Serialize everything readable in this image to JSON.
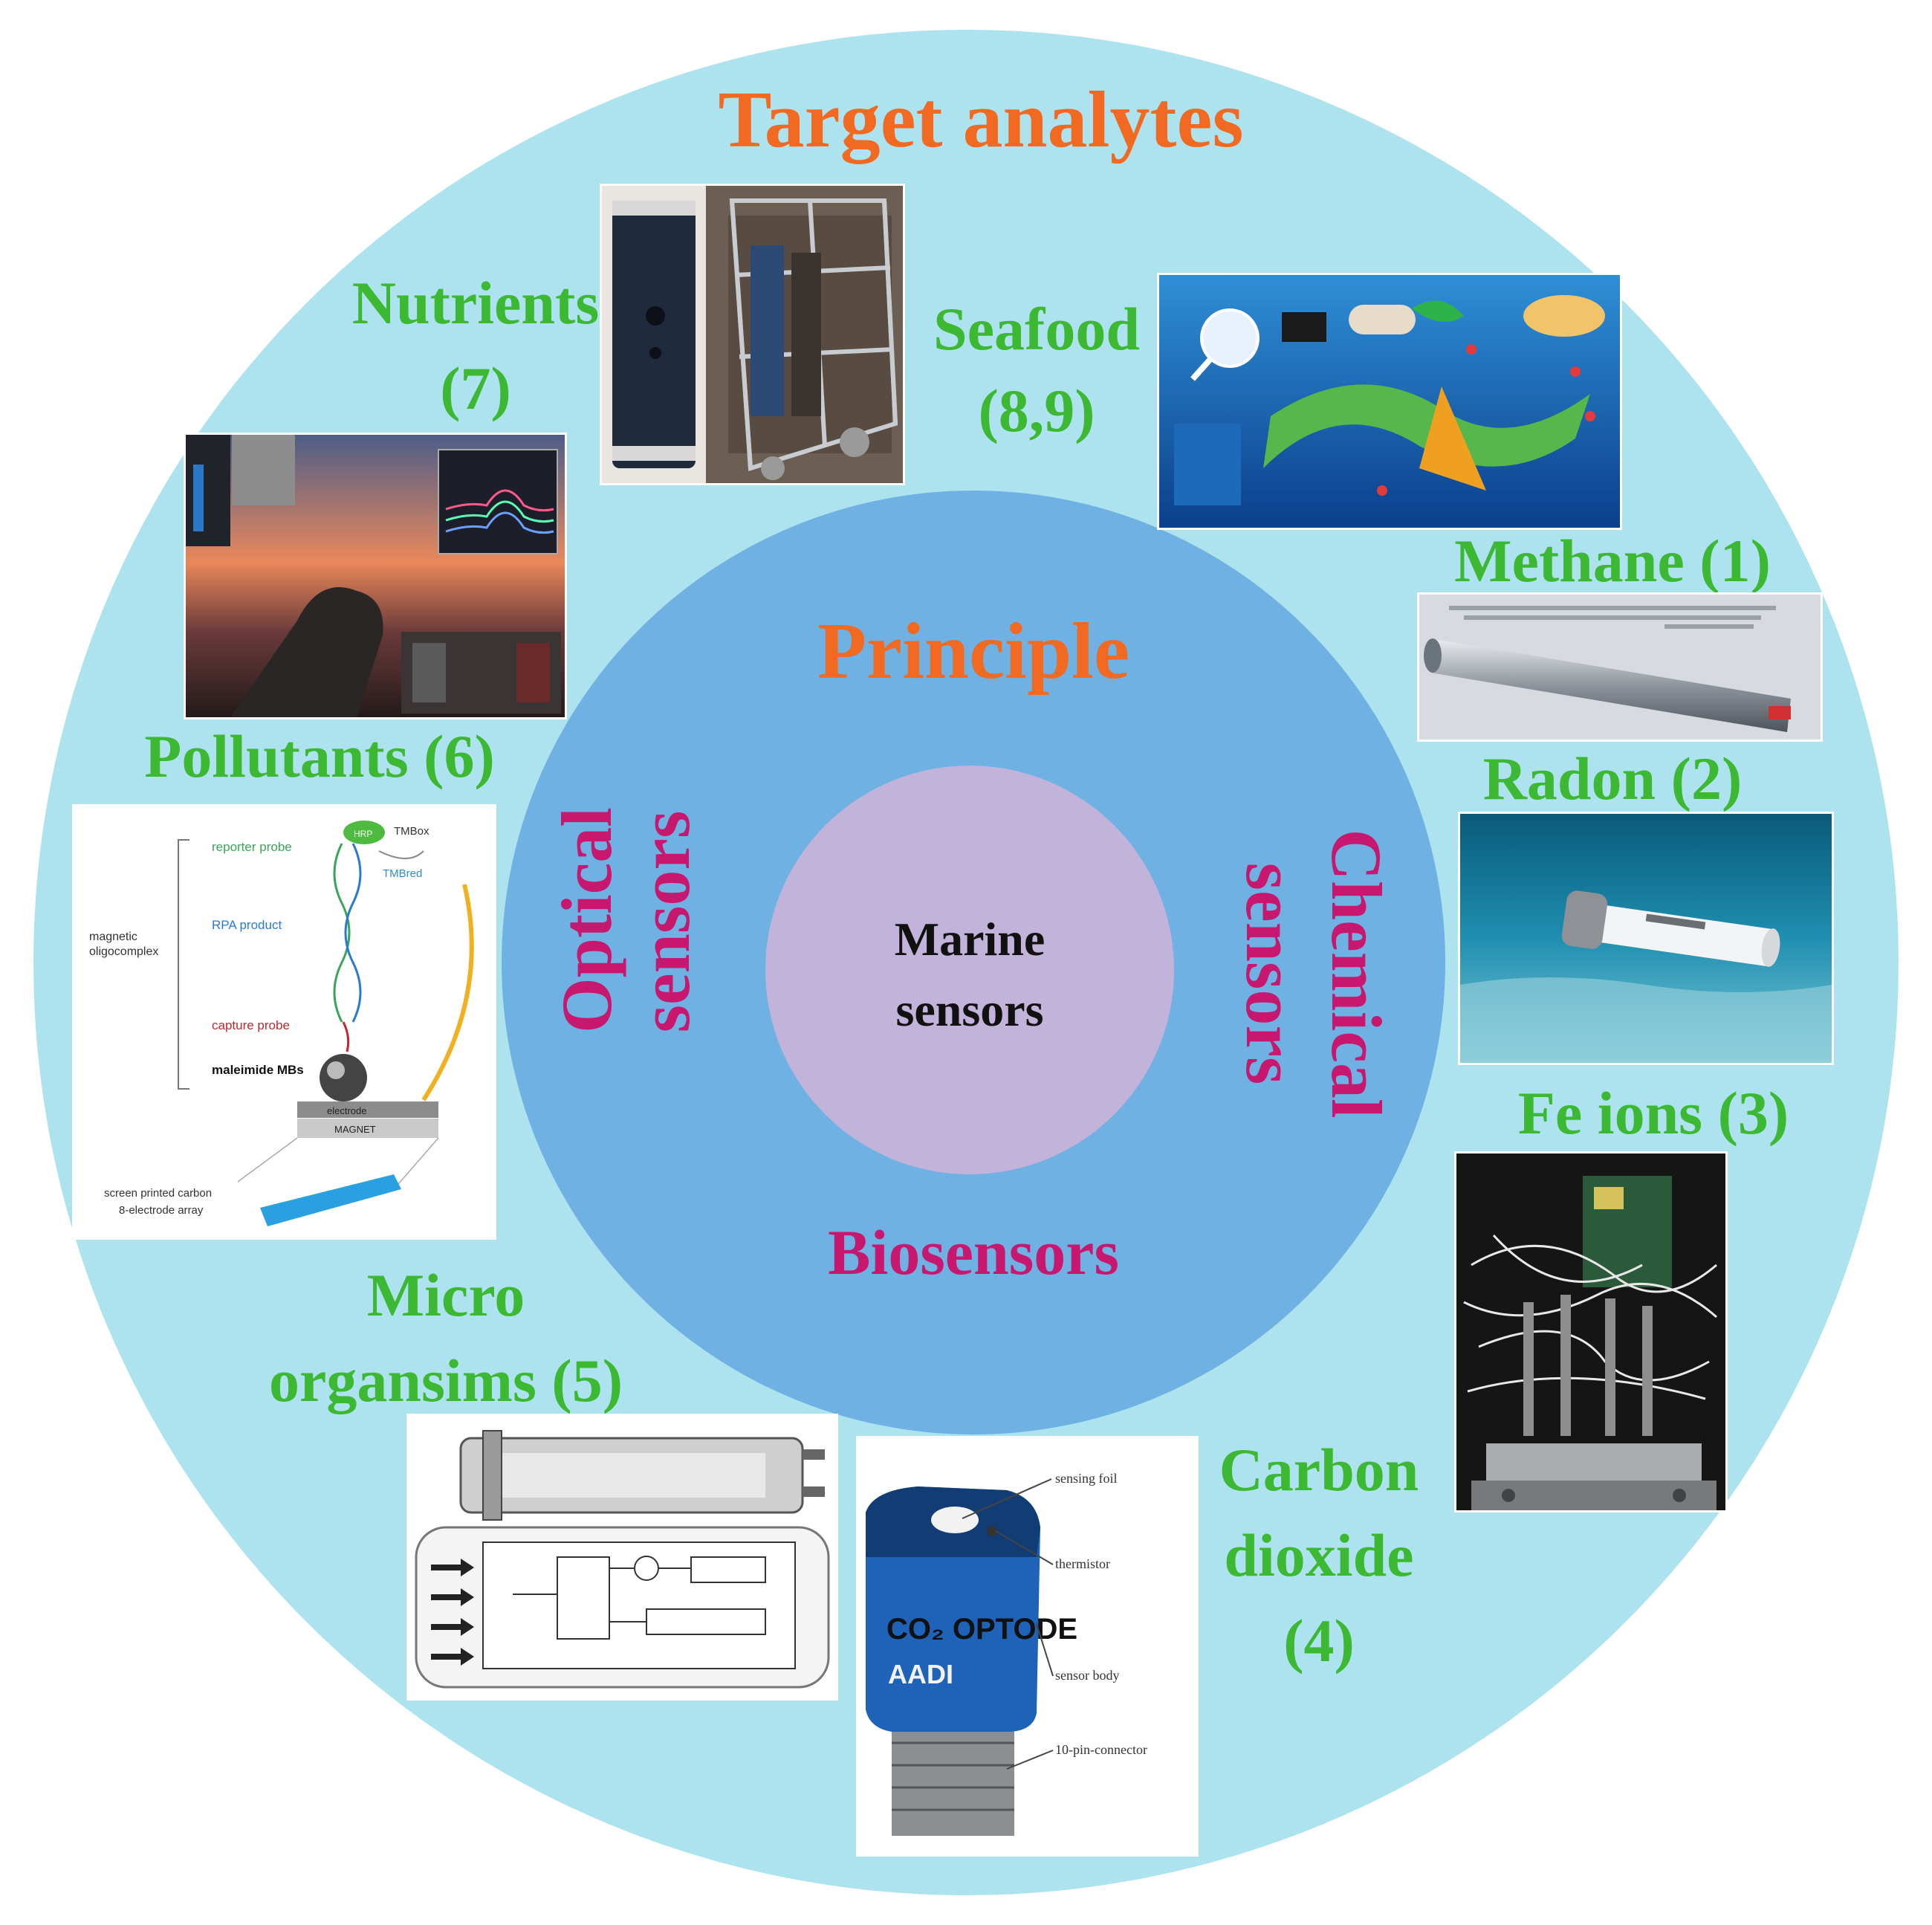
{
  "rings": {
    "outer_title": "Target analytes",
    "middle_title": "Principle",
    "center_line1": "Marine",
    "center_line2": "sensors"
  },
  "principles": {
    "left_line1": "Optical",
    "left_line2": "sensors",
    "right_line1": "Chemical",
    "right_line2": "sensors",
    "bottom": "Biosensors"
  },
  "analytes": {
    "nutrients": {
      "line1": "Nutrients",
      "line2": "(7)"
    },
    "seafood": {
      "line1": "Seafood",
      "line2": "(8,9)"
    },
    "methane": {
      "line1": "Methane (1)"
    },
    "radon": {
      "line1": "Radon (2)"
    },
    "fe_ions": {
      "line1": "Fe ions (3)"
    },
    "carbon_dioxide": {
      "line1": "Carbon",
      "line2": "dioxide",
      "line3": "(4)"
    },
    "micro_organisms": {
      "line1": "Micro",
      "line2": "organsims (5)"
    },
    "pollutants": {
      "line1": "Pollutants (6)"
    }
  },
  "figure_labels": {
    "dna": {
      "reporter": "reporter probe",
      "rpa": "RPA product",
      "capture": "capture probe",
      "maleimide": "maleimide MBs",
      "magnetic1": "magnetic",
      "magnetic2": "oligocomplex",
      "electrode": "electrode",
      "magnet": "MAGNET",
      "array1": "screen printed carbon",
      "array2": "8-electrode array",
      "tmb_ox": "TMBox",
      "tmb_red": "TMBred",
      "hrp": "HRP"
    },
    "co2": {
      "foil": "sensing foil",
      "thermistor": "thermistor",
      "body": "sensor body",
      "connector": "10-pin-connector",
      "brand_line1": "CO₂ OPTODE",
      "brand_line2": "AADI"
    }
  },
  "colors": {
    "outer_ring": "#ade3ee",
    "middle_ring": "#6eb1e2",
    "center": "#c2b3da",
    "title_orange": "#f26a21",
    "analyte_green": "#3cb832",
    "principle_magenta": "#c8176e"
  }
}
